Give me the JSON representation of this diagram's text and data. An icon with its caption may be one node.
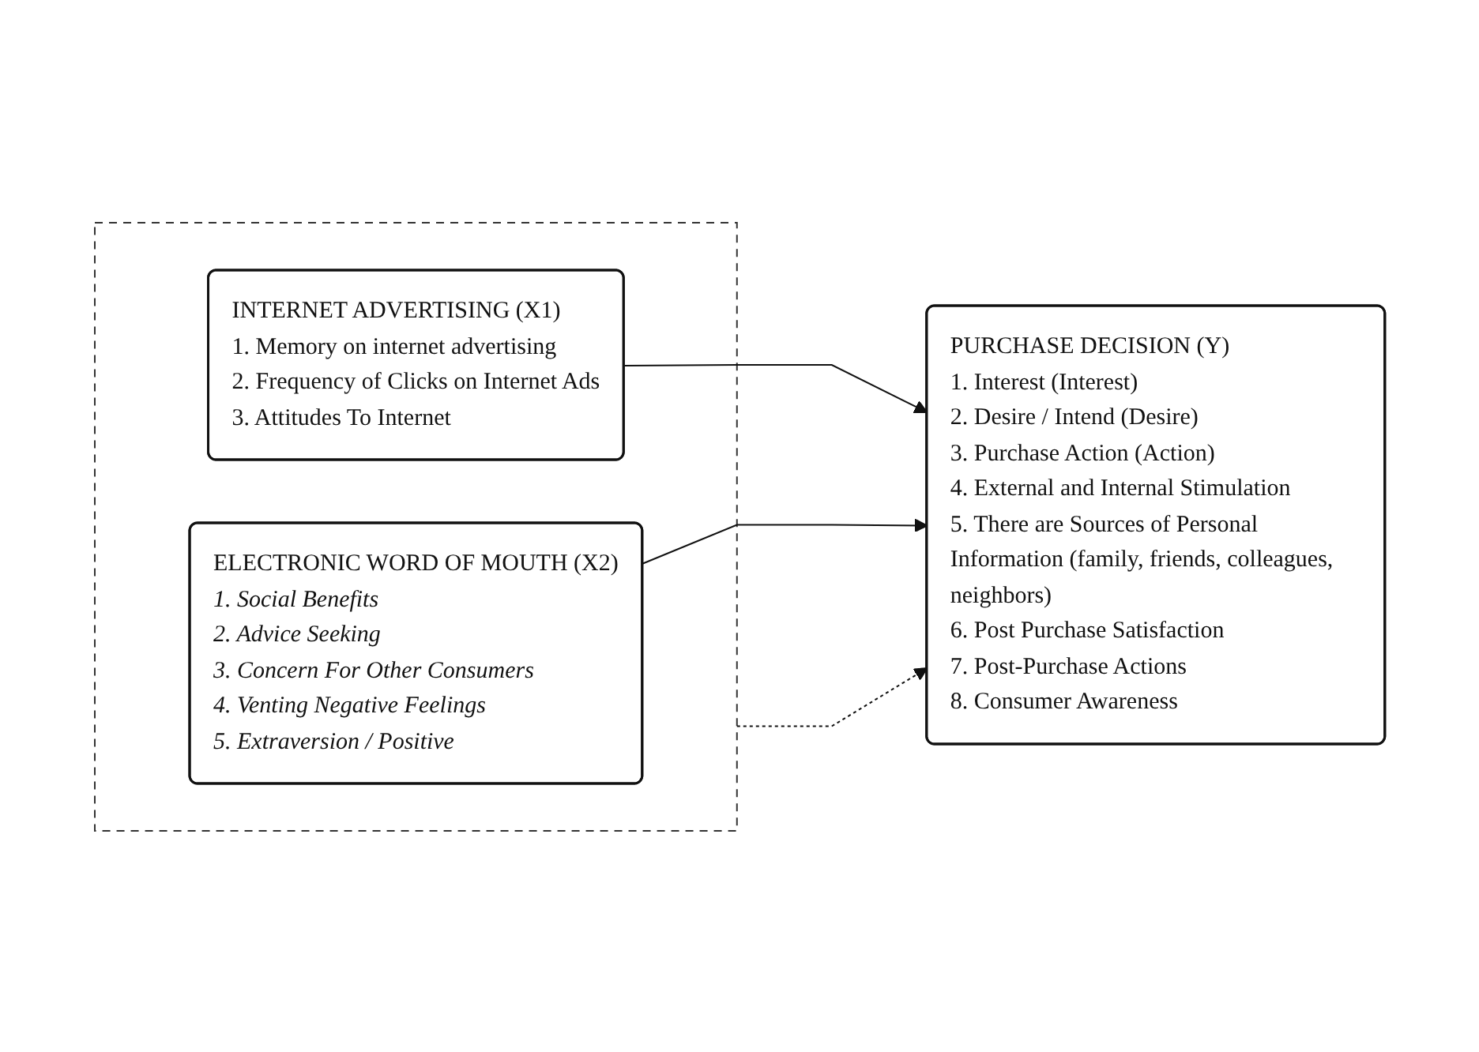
{
  "diagram": {
    "nodes": [
      {
        "text": [],
        "shape": "box"
      },
      {
        "text": [
          "INTERNET ADVERTISING (X1)",
          "1. Memory on internet advertising",
          "2. Frequency of Clicks on Internet Ads",
          "3. Attitudes To Internet"
        ],
        "in": 0
      },
      {
        "text": [
          "ELECTRONIC WORD OF MOUTH (X2)",
          "1. Social Benefits",
          "2. Advice Seeking",
          "3. Concern For Other Consumers",
          "4. Venting Negative Feelings",
          "5. Extraversion / Positive"
        ],
        "in": 0
      },
      {
        "text": [
          "PURCHASE DECISION (Y)",
          "1. Interest (Interest)",
          "2. Desire / Intend (Desire)",
          "3. Purchase Action (Action)",
          "4. External and Internal Stimulation",
          "5. There are Sources of Personal Information (family, friends, colleagues, neighbors)",
          "6. Post Purchase Satisfaction",
          "7. Post-Purchase Actions",
          "8. Consumer Awareness"
        ]
      }
    ],
    "edges": [
      {
        "from": 1,
        "to": 3,
        "arrow": "to"
      },
      {
        "from": 2,
        "to": 3,
        "arrow": "to"
      },
      {
        "from": 0,
        "to": 3,
        "arrow": "to",
        "style": "dashed"
      }
    ]
  }
}
